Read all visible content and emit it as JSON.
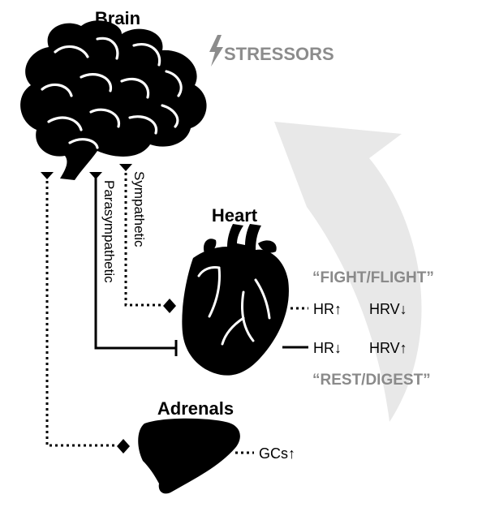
{
  "diagram": {
    "nodes": {
      "brain": {
        "label": "Brain"
      },
      "heart": {
        "label": "Heart"
      },
      "adrenals": {
        "label": "Adrenals"
      }
    },
    "stressors": {
      "label": "STRESSORS",
      "icon": "lightning-bolt-icon"
    },
    "pathways": {
      "sympathetic": {
        "label": "Sympathetic"
      },
      "parasympathetic": {
        "label": "Parasympathetic"
      }
    },
    "heart_outputs": {
      "fight_flight": {
        "label": "“FIGHT/FLIGHT”",
        "hr": "HR↑",
        "hrv": "HRV↓"
      },
      "rest_digest": {
        "label": "“REST/DIGEST”",
        "hr": "HR↓",
        "hrv": "HRV↑"
      }
    },
    "adrenal_output": {
      "label": "GCs↑"
    }
  },
  "colors": {
    "ink": "#000000",
    "stressor_gray": "#8c8c8c",
    "label_gray": "#8a8a8a",
    "arrow_fill": "#e8e8e8"
  }
}
